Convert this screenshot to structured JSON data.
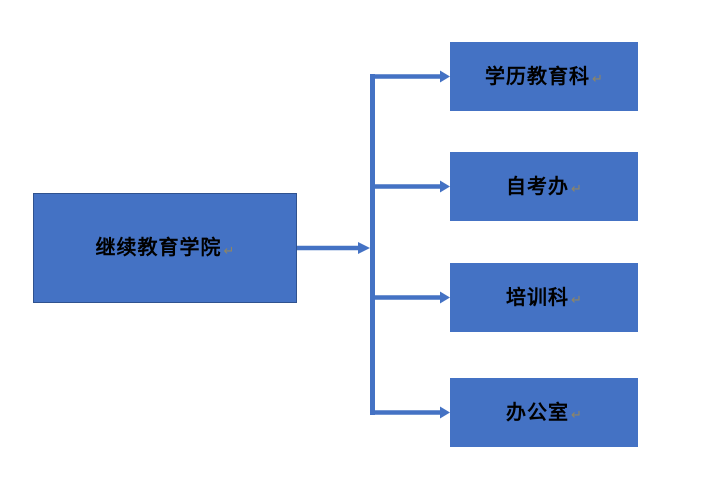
{
  "diagram": {
    "type": "org-chart",
    "root": {
      "label": "继续教育学院"
    },
    "children": [
      {
        "label": "学历教育科"
      },
      {
        "label": "自考办"
      },
      {
        "label": "培训科"
      },
      {
        "label": "办公室"
      }
    ]
  },
  "icons": {
    "paragraph_mark": "↵"
  },
  "colors": {
    "box_fill": "#4472C4",
    "box_border": "#2F528F",
    "connector": "#4472C4",
    "label_text": "#000000",
    "mark": "#8F8563",
    "canvas_bg": "#FFFFFF"
  }
}
